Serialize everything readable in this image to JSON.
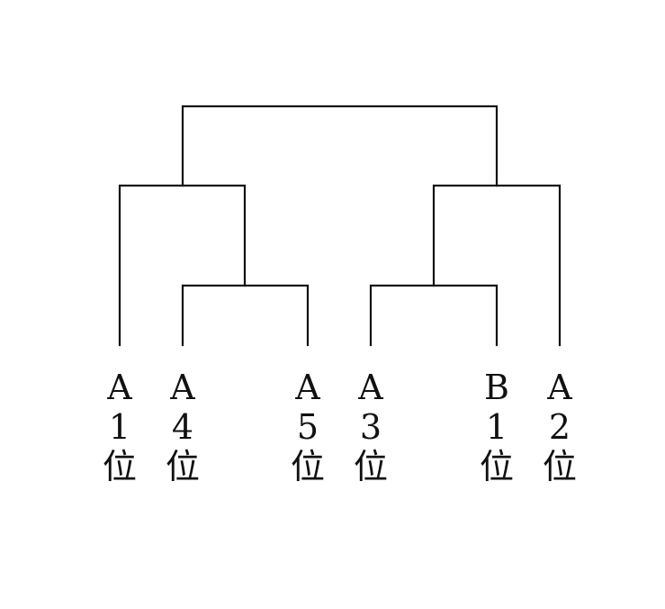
{
  "bracket": {
    "line_color": "#111111",
    "background": "#ffffff",
    "entrants": [
      {
        "group": "A",
        "rank": "1",
        "suffix": "位"
      },
      {
        "group": "A",
        "rank": "4",
        "suffix": "位"
      },
      {
        "group": "A",
        "rank": "5",
        "suffix": "位"
      },
      {
        "group": "A",
        "rank": "3",
        "suffix": "位"
      },
      {
        "group": "B",
        "rank": "1",
        "suffix": "位"
      },
      {
        "group": "A",
        "rank": "2",
        "suffix": "位"
      }
    ]
  }
}
